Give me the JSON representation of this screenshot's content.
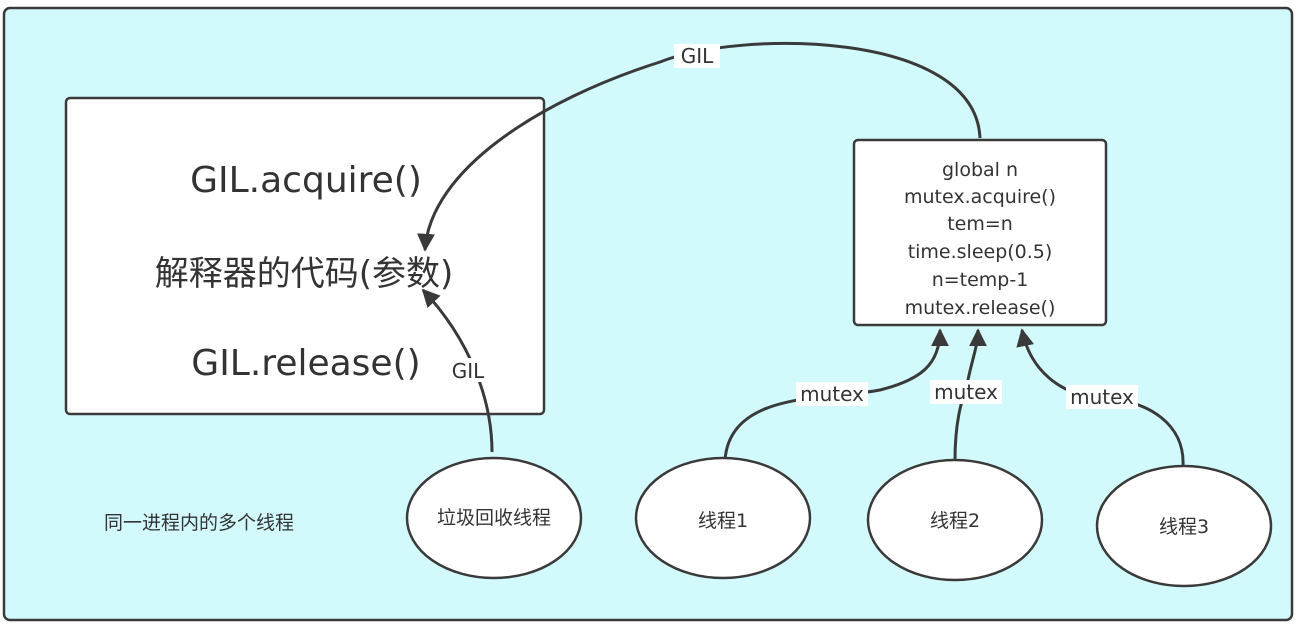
{
  "container": {
    "label": "同一进程内的多个线程",
    "background": "#d2fafc"
  },
  "interpreter_box": {
    "lines": [
      "GIL.acquire()",
      "解释器的代码(参数)",
      "GIL.release()"
    ]
  },
  "code_box": {
    "lines": [
      "global n",
      "mutex.acquire()",
      "tem=n",
      "time.sleep(0.5)",
      "n=temp-1",
      "mutex.release()"
    ]
  },
  "nodes": {
    "gc_thread": "垃圾回收线程",
    "thread1": "线程1",
    "thread2": "线程2",
    "thread3": "线程3"
  },
  "edge_labels": {
    "gil_top": "GIL",
    "gil_gc": "GIL",
    "mutex1": "mutex",
    "mutex2": "mutex",
    "mutex3": "mutex"
  }
}
